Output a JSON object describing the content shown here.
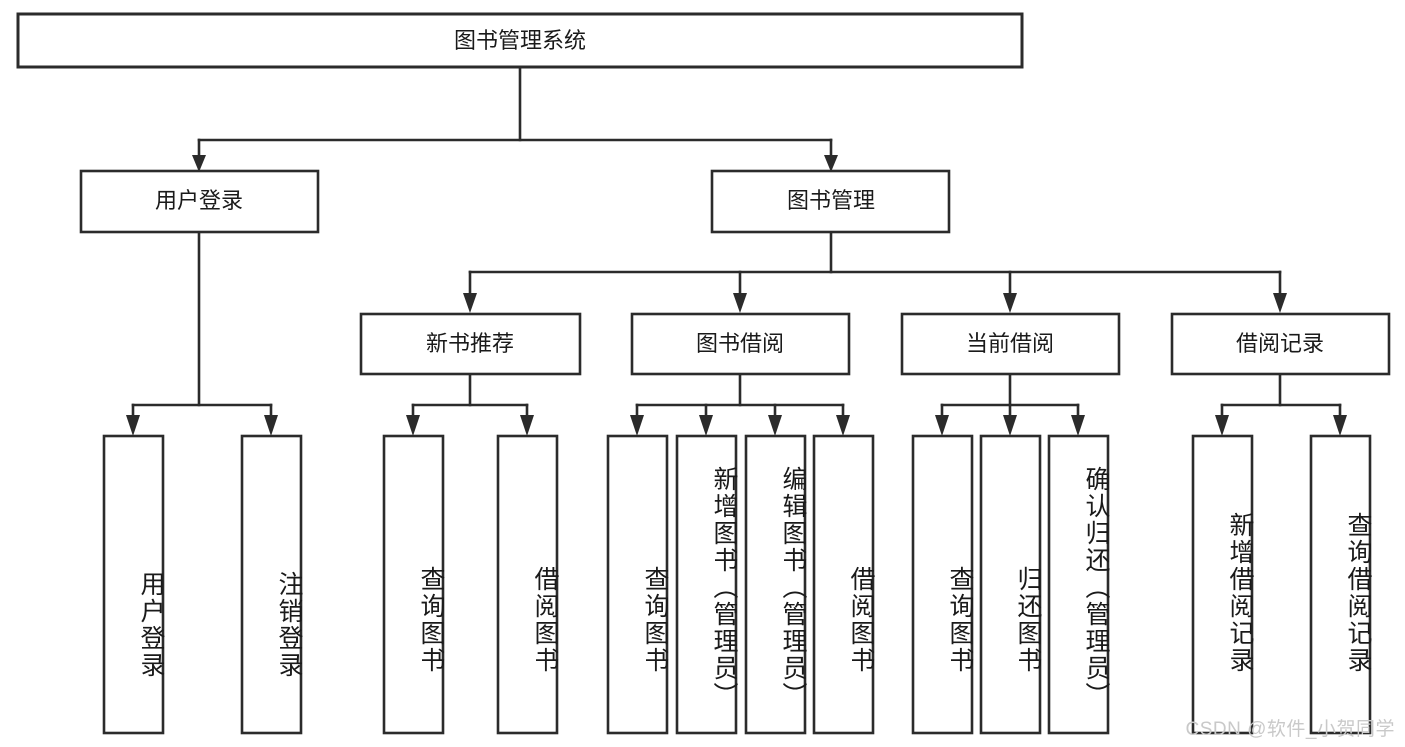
{
  "diagram": {
    "title": "图书管理系统",
    "type": "hierarchy-tree",
    "orientation": "top-down",
    "levels": 4,
    "root": {
      "id": "root",
      "label": "图书管理系统",
      "text_direction": "horizontal"
    },
    "level2": [
      {
        "id": "user-login",
        "label": "用户登录",
        "text_direction": "horizontal"
      },
      {
        "id": "book-manage",
        "label": "图书管理",
        "text_direction": "horizontal"
      }
    ],
    "level3": [
      {
        "id": "new-book-recommend",
        "label": "新书推荐",
        "parent": "book-manage",
        "text_direction": "horizontal"
      },
      {
        "id": "book-borrow",
        "label": "图书借阅",
        "parent": "book-manage",
        "text_direction": "horizontal"
      },
      {
        "id": "current-borrow",
        "label": "当前借阅",
        "parent": "book-manage",
        "text_direction": "horizontal"
      },
      {
        "id": "borrow-record",
        "label": "借阅记录",
        "parent": "book-manage",
        "text_direction": "horizontal"
      }
    ],
    "leaves": [
      {
        "id": "leaf-user-login",
        "label": "用户登录",
        "parent": "user-login",
        "text_direction": "vertical"
      },
      {
        "id": "leaf-user-logout",
        "label": "注销登录",
        "parent": "user-login",
        "text_direction": "vertical"
      },
      {
        "id": "leaf-query-book-1",
        "label": "查询图书",
        "parent": "new-book-recommend",
        "text_direction": "vertical"
      },
      {
        "id": "leaf-borrow-book-1",
        "label": "借阅图书",
        "parent": "new-book-recommend",
        "text_direction": "vertical"
      },
      {
        "id": "leaf-query-book-2",
        "label": "查询图书",
        "parent": "book-borrow",
        "text_direction": "vertical"
      },
      {
        "id": "leaf-add-book",
        "label": "新增图书（管理员）",
        "parent": "book-borrow",
        "text_direction": "vertical"
      },
      {
        "id": "leaf-edit-book",
        "label": "编辑图书（管理员）",
        "parent": "book-borrow",
        "text_direction": "vertical"
      },
      {
        "id": "leaf-borrow-book-2",
        "label": "借阅图书",
        "parent": "book-borrow",
        "text_direction": "vertical"
      },
      {
        "id": "leaf-query-book-3",
        "label": "查询图书",
        "parent": "current-borrow",
        "text_direction": "vertical"
      },
      {
        "id": "leaf-return-book",
        "label": "归还图书",
        "parent": "current-borrow",
        "text_direction": "vertical"
      },
      {
        "id": "leaf-confirm-return",
        "label": "确认归还（管理员）",
        "parent": "current-borrow",
        "text_direction": "vertical"
      },
      {
        "id": "leaf-add-borrow-record",
        "label": "新增借阅记录",
        "parent": "borrow-record",
        "text_direction": "vertical"
      },
      {
        "id": "leaf-query-borrow-record",
        "label": "查询借阅记录",
        "parent": "borrow-record",
        "text_direction": "vertical"
      }
    ],
    "colors": {
      "box_stroke": "#2b2b2b",
      "box_fill": "#ffffff",
      "text": "#1a1a1a",
      "connector": "#2b2b2b",
      "background": "#ffffff",
      "watermark": "#c9c9c9"
    }
  },
  "watermark": {
    "text": "CSDN @软件_小贺同学"
  }
}
